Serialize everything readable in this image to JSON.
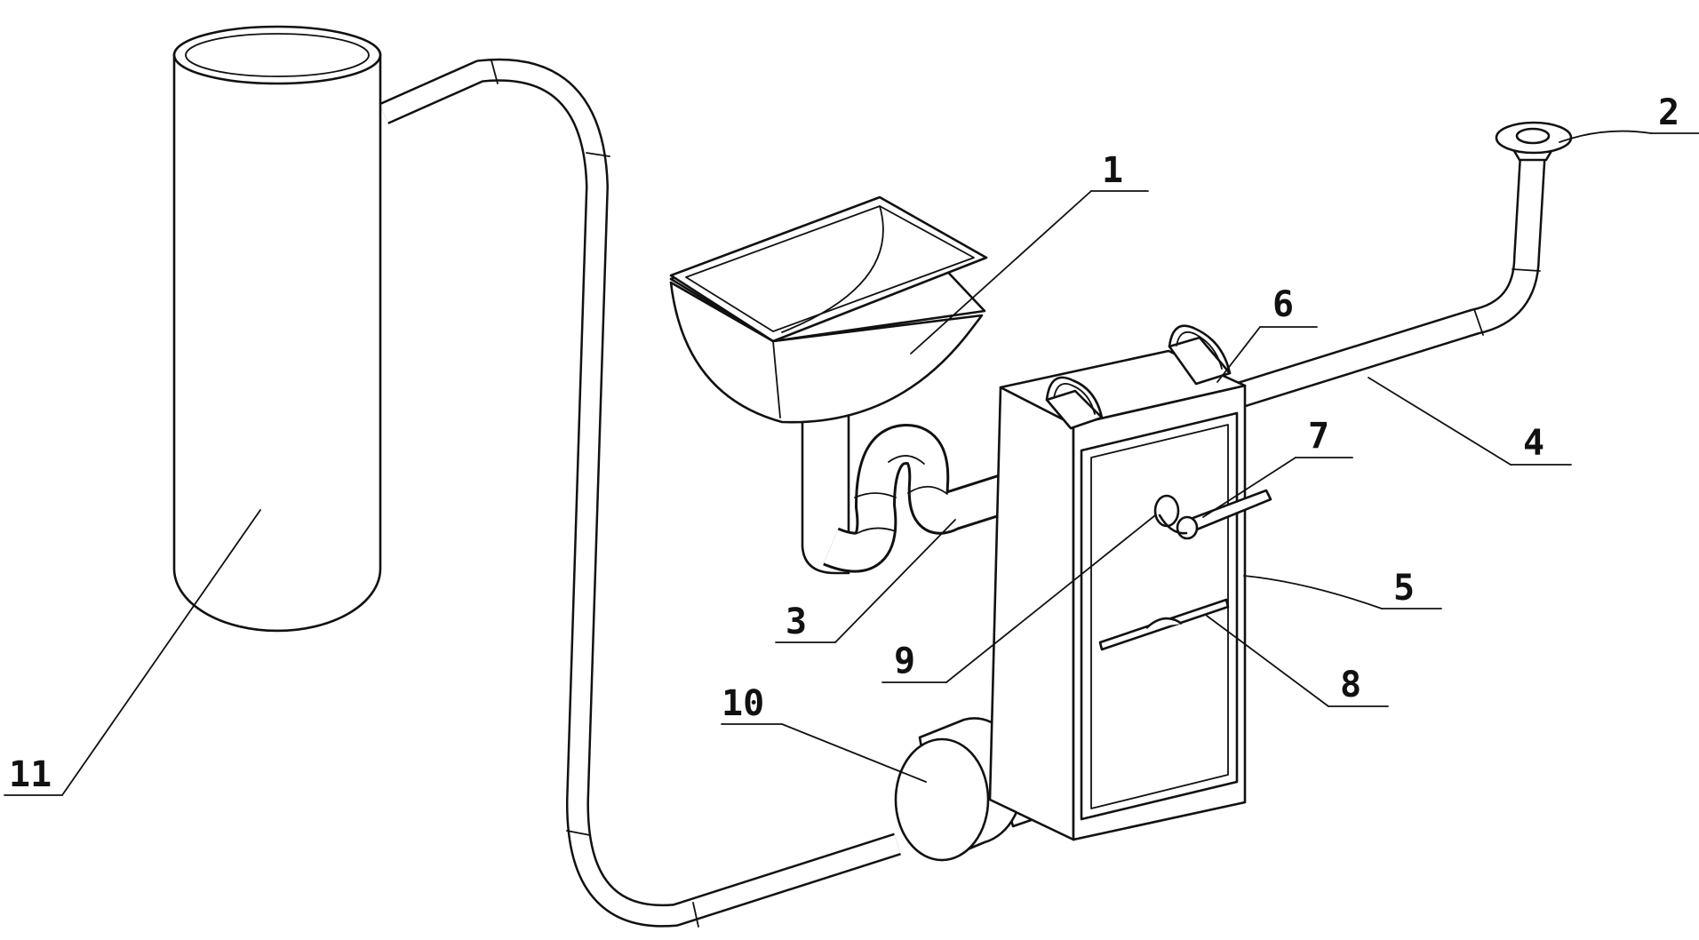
{
  "labels": {
    "l1": "1",
    "l2": "2",
    "l3": "3",
    "l4": "4",
    "l5": "5",
    "l6": "6",
    "l7": "7",
    "l8": "8",
    "l9": "9",
    "l10": "10",
    "l11": "11"
  },
  "colors": {
    "line": "#111111",
    "background": "#ffffff"
  }
}
